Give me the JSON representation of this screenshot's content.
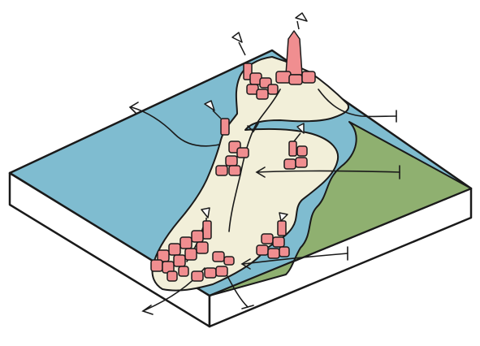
{
  "diagram": {
    "kind": "isometric-block-map",
    "terrain": {
      "water": {
        "name": "water",
        "color": "#7fbcd0"
      },
      "land_flat": {
        "name": "settled-flat-land",
        "color": "#f2efd9"
      },
      "land_green": {
        "name": "green-hinterland",
        "color": "#8fb070"
      },
      "block_side": {
        "name": "block-edge",
        "color": "#ffffff"
      }
    },
    "settlement_color": "#f08e90",
    "outline_color": "#1a1a1a",
    "settlements": [
      {
        "id": "north-tower-cluster",
        "has_landmark": true
      },
      {
        "id": "north-headland-cluster",
        "has_landmark": true
      },
      {
        "id": "central-node",
        "has_landmark": true
      },
      {
        "id": "east-node",
        "has_landmark": true
      },
      {
        "id": "south-east-cluster",
        "has_landmark": true
      },
      {
        "id": "south-west-cluster",
        "has_landmark": true
      }
    ],
    "connections": [
      {
        "id": "ne-arrow",
        "ends": "bar"
      },
      {
        "id": "nw-arrow",
        "ends": "arrow"
      },
      {
        "id": "central-east-link",
        "ends": "arrow-bar"
      },
      {
        "id": "south-east-link",
        "ends": "arrow-bar"
      },
      {
        "id": "south-west-arrow",
        "ends": "arrow"
      },
      {
        "id": "south-arrow",
        "ends": "bar"
      }
    ]
  }
}
